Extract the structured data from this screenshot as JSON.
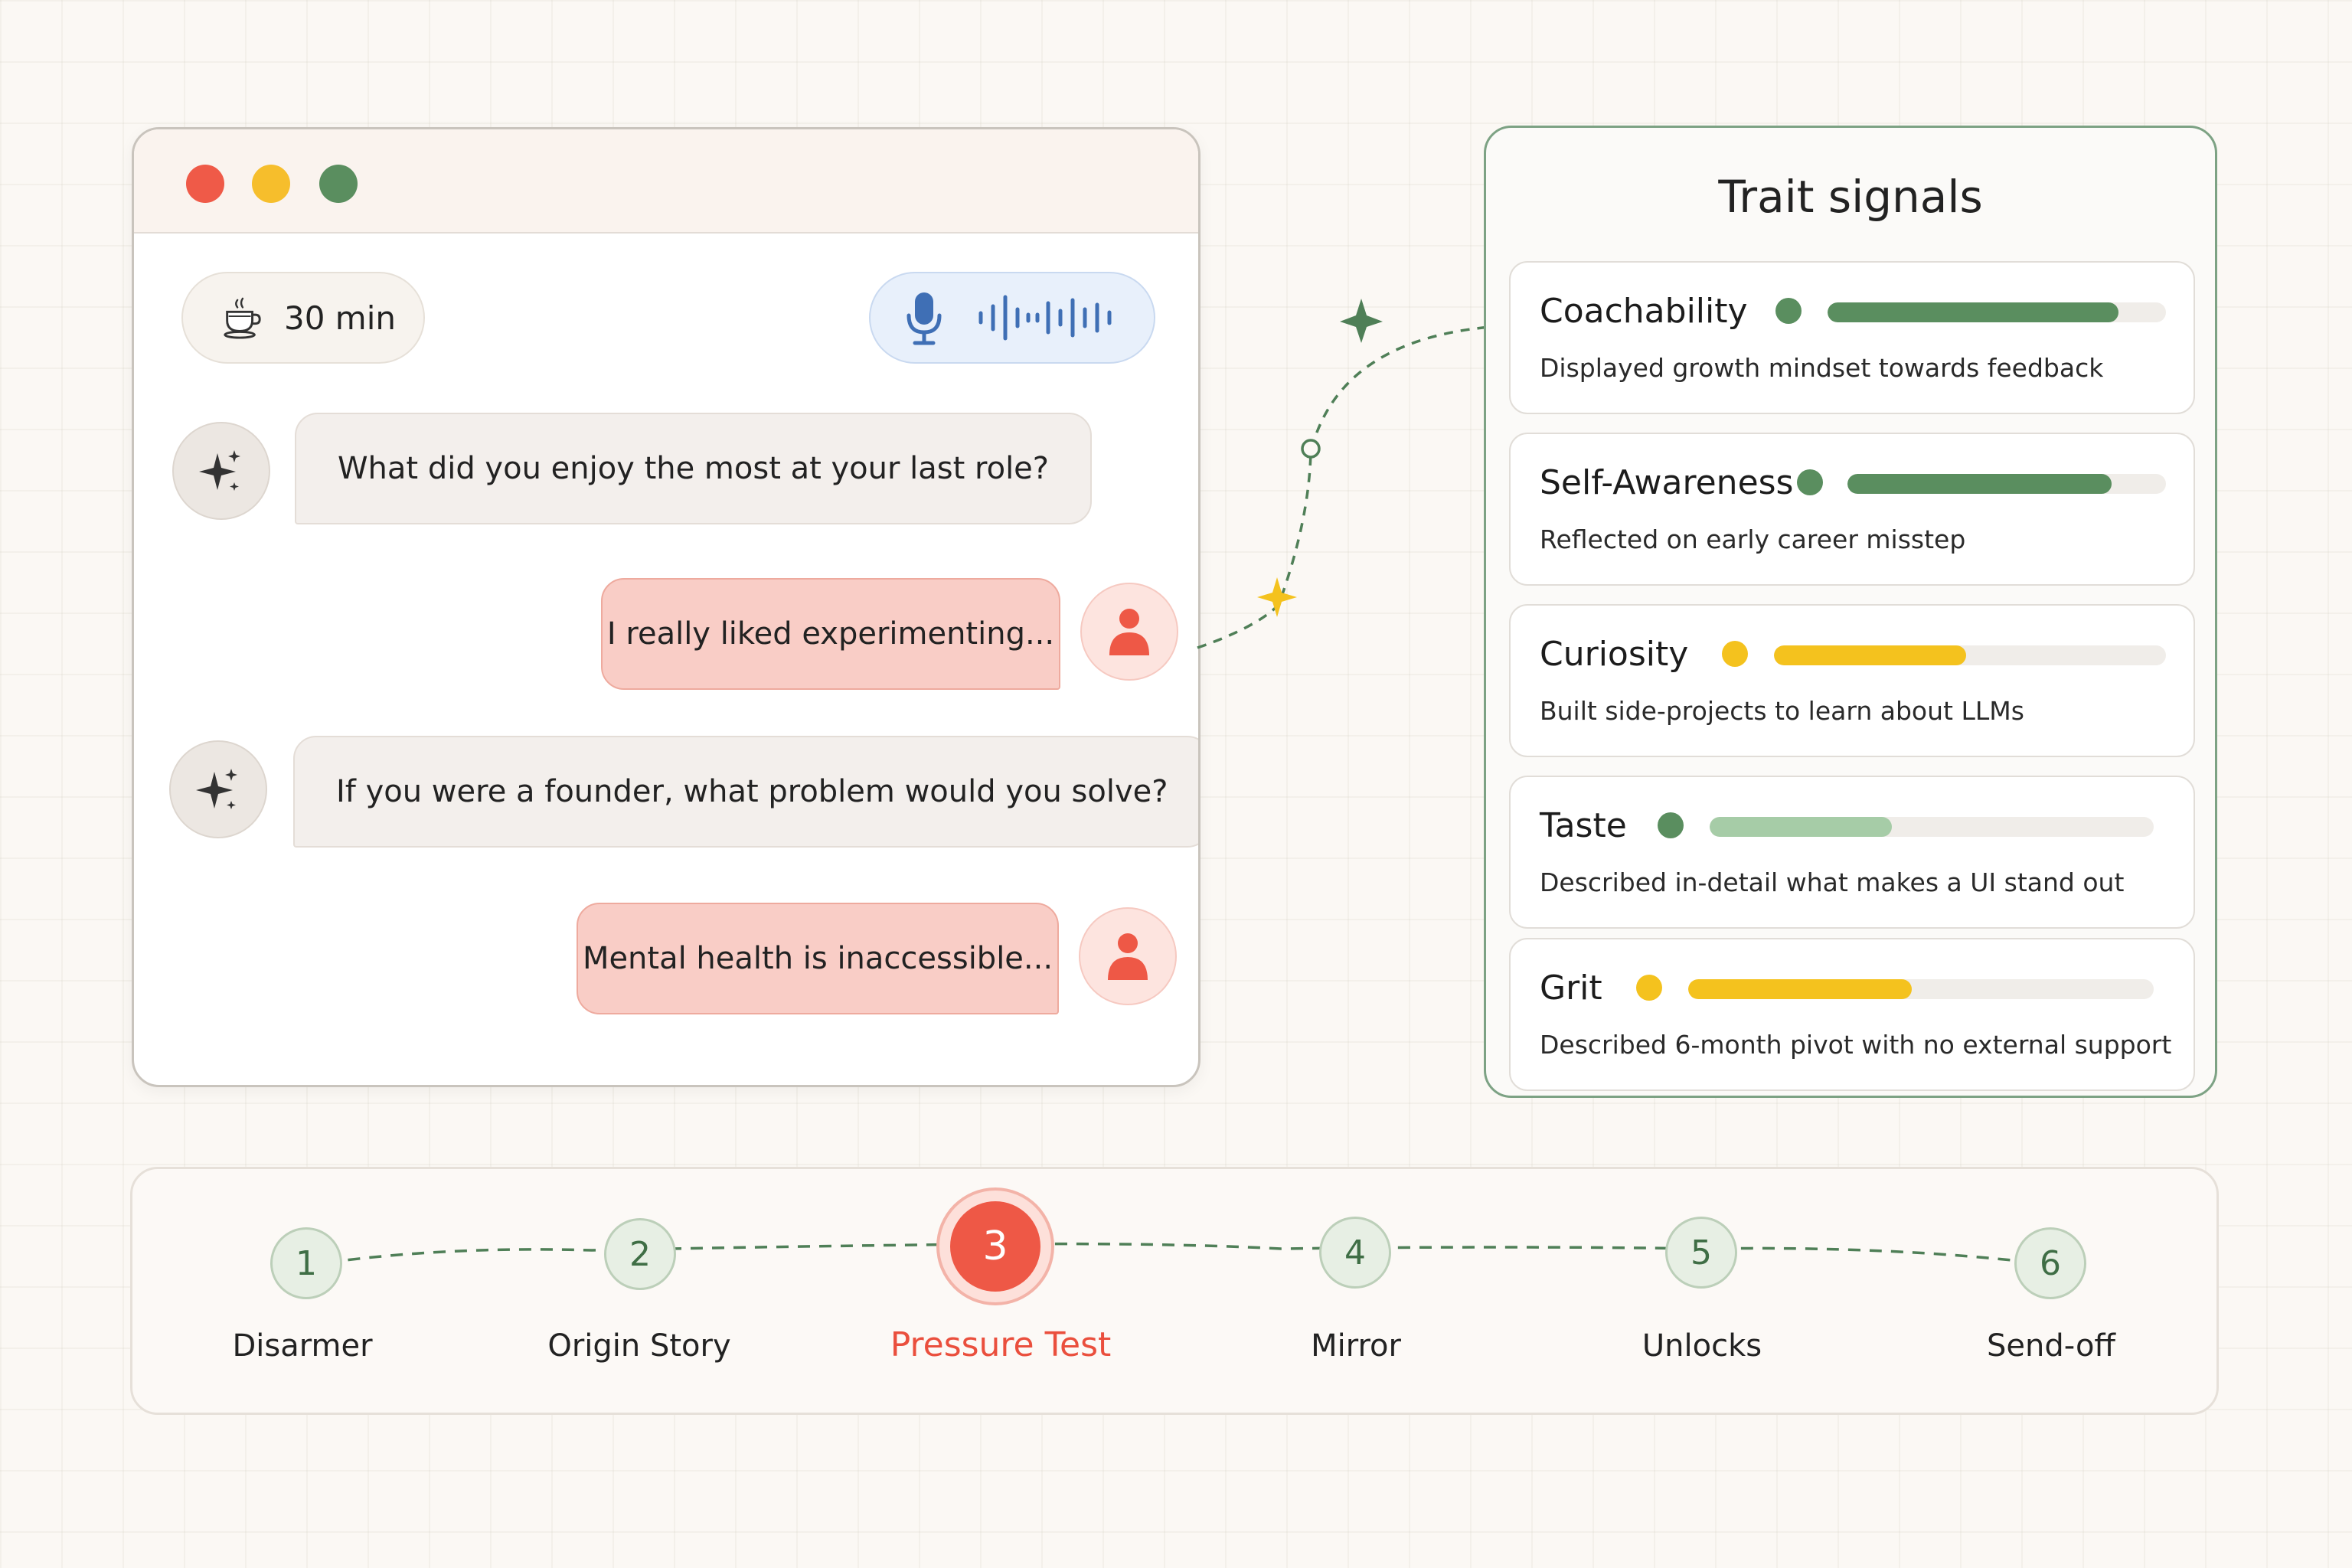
{
  "chat": {
    "timer": {
      "icon": "coffee-cup-icon",
      "label": "30 min"
    },
    "voice": {
      "icon": "microphone-icon"
    },
    "messages": [
      {
        "role": "ai",
        "text": "What did you enjoy the most at your last role?"
      },
      {
        "role": "user",
        "text": "I really liked experimenting..."
      },
      {
        "role": "ai",
        "text": "If you were a founder, what problem would you solve?"
      },
      {
        "role": "user",
        "text": "Mental health is inaccessible..."
      }
    ]
  },
  "traits": {
    "title": "Trait signals",
    "items": [
      {
        "name": "Coachability",
        "description": "Displayed growth mindset towards feedback",
        "level": 0.86,
        "color": "#5a8e5f",
        "bar_color": "#5a8e5f"
      },
      {
        "name": "Self-Awareness",
        "description": "Reflected on early career misstep",
        "level": 0.83,
        "color": "#5a8e5f",
        "bar_color": "#5a8e5f"
      },
      {
        "name": "Curiosity",
        "description": "Built side-projects to learn about LLMs",
        "level": 0.49,
        "color": "#f4c21e",
        "bar_color": "#f4c21e"
      },
      {
        "name": "Taste",
        "description": "Described in-detail what makes a UI stand out",
        "level": 0.41,
        "color": "#5a8e5f",
        "bar_color": "#a6cca7"
      },
      {
        "name": "Grit",
        "description": "Described 6-month pivot with no external support",
        "level": 0.48,
        "color": "#f4c21e",
        "bar_color": "#f4c21e"
      }
    ]
  },
  "stepper": {
    "steps": [
      {
        "number": "1",
        "label": "Disarmer"
      },
      {
        "number": "2",
        "label": "Origin Story"
      },
      {
        "number": "3",
        "label": "Pressure Test",
        "active": true
      },
      {
        "number": "4",
        "label": "Mirror"
      },
      {
        "number": "5",
        "label": "Unlocks"
      },
      {
        "number": "6",
        "label": "Send-off"
      }
    ]
  },
  "colors": {
    "accent_red": "#ee5846",
    "accent_green": "#5a8e5f",
    "accent_yellow": "#f4c21e",
    "voice_blue": "#3f6fb5"
  }
}
